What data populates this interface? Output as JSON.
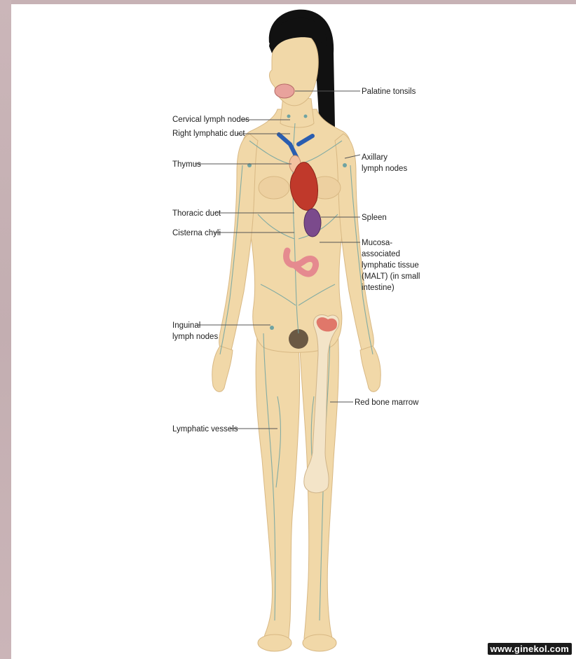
{
  "labels": {
    "palatine_tonsils": "Palatine tonsils",
    "cervical_lymph_nodes": "Cervical lymph nodes",
    "right_lymphatic_duct": "Right lymphatic duct",
    "thymus": "Thymus",
    "axillary_line1": "Axillary",
    "axillary_line2": "lymph nodes",
    "thoracic_duct": "Thoracic duct",
    "cisterna_chyli": "Cisterna chyli",
    "spleen": "Spleen",
    "malt_line1": "Mucosa-",
    "malt_line2": "associated",
    "malt_line3": "lymphatic tissue",
    "malt_line4": "(MALT) (in small",
    "malt_line5": "intestine)",
    "inguinal_line1": "Inguinal",
    "inguinal_line2": "lymph nodes",
    "red_bone_marrow": "Red bone marrow",
    "lymphatic_vessels": "Lymphatic vessels"
  },
  "watermark": "www.ginekol.com",
  "colors": {
    "skin": "#f1d8a8",
    "skin_shade": "#e2c08e",
    "hair": "#111111",
    "vessel": "#6fa3a2",
    "heart": "#c0392b",
    "spleen": "#7b4a8c",
    "intestine": "#e58a8f",
    "bone": "#f3e4c8",
    "marrow": "#e0776a",
    "duct_blue": "#2a5db0",
    "background": "#c9b4b6"
  }
}
